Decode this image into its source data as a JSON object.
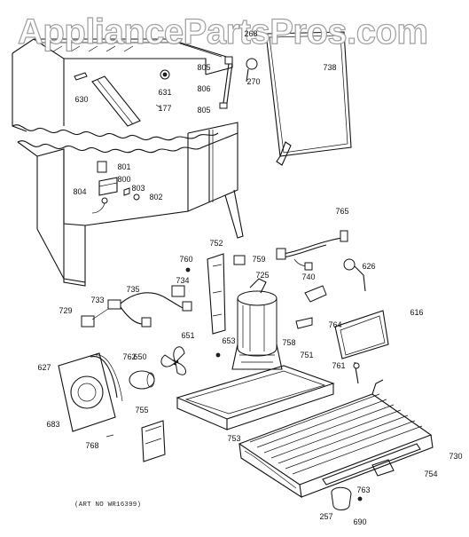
{
  "watermark": "AppliancePartsPros.com",
  "art_number": "(ART NO WR16399)",
  "callouts": [
    {
      "label": "268"
    },
    {
      "label": "805"
    },
    {
      "label": "738"
    },
    {
      "label": "630"
    },
    {
      "label": "631"
    },
    {
      "label": "270"
    },
    {
      "label": "806"
    },
    {
      "label": "177"
    },
    {
      "label": "805"
    },
    {
      "label": "801"
    },
    {
      "label": "800"
    },
    {
      "label": "804"
    },
    {
      "label": "803"
    },
    {
      "label": "802"
    },
    {
      "label": "765"
    },
    {
      "label": "752"
    },
    {
      "label": "760"
    },
    {
      "label": "759"
    },
    {
      "label": "626"
    },
    {
      "label": "725"
    },
    {
      "label": "740"
    },
    {
      "label": "733"
    },
    {
      "label": "735"
    },
    {
      "label": "734"
    },
    {
      "label": "729"
    },
    {
      "label": "764"
    },
    {
      "label": "616"
    },
    {
      "label": "651"
    },
    {
      "label": "653"
    },
    {
      "label": "758"
    },
    {
      "label": "751"
    },
    {
      "label": "627"
    },
    {
      "label": "762"
    },
    {
      "label": "650"
    },
    {
      "label": "761"
    },
    {
      "label": "683"
    },
    {
      "label": "755"
    },
    {
      "label": "768"
    },
    {
      "label": "753"
    },
    {
      "label": "730"
    },
    {
      "label": "754"
    },
    {
      "label": "763"
    },
    {
      "label": "257"
    },
    {
      "label": "690"
    }
  ]
}
